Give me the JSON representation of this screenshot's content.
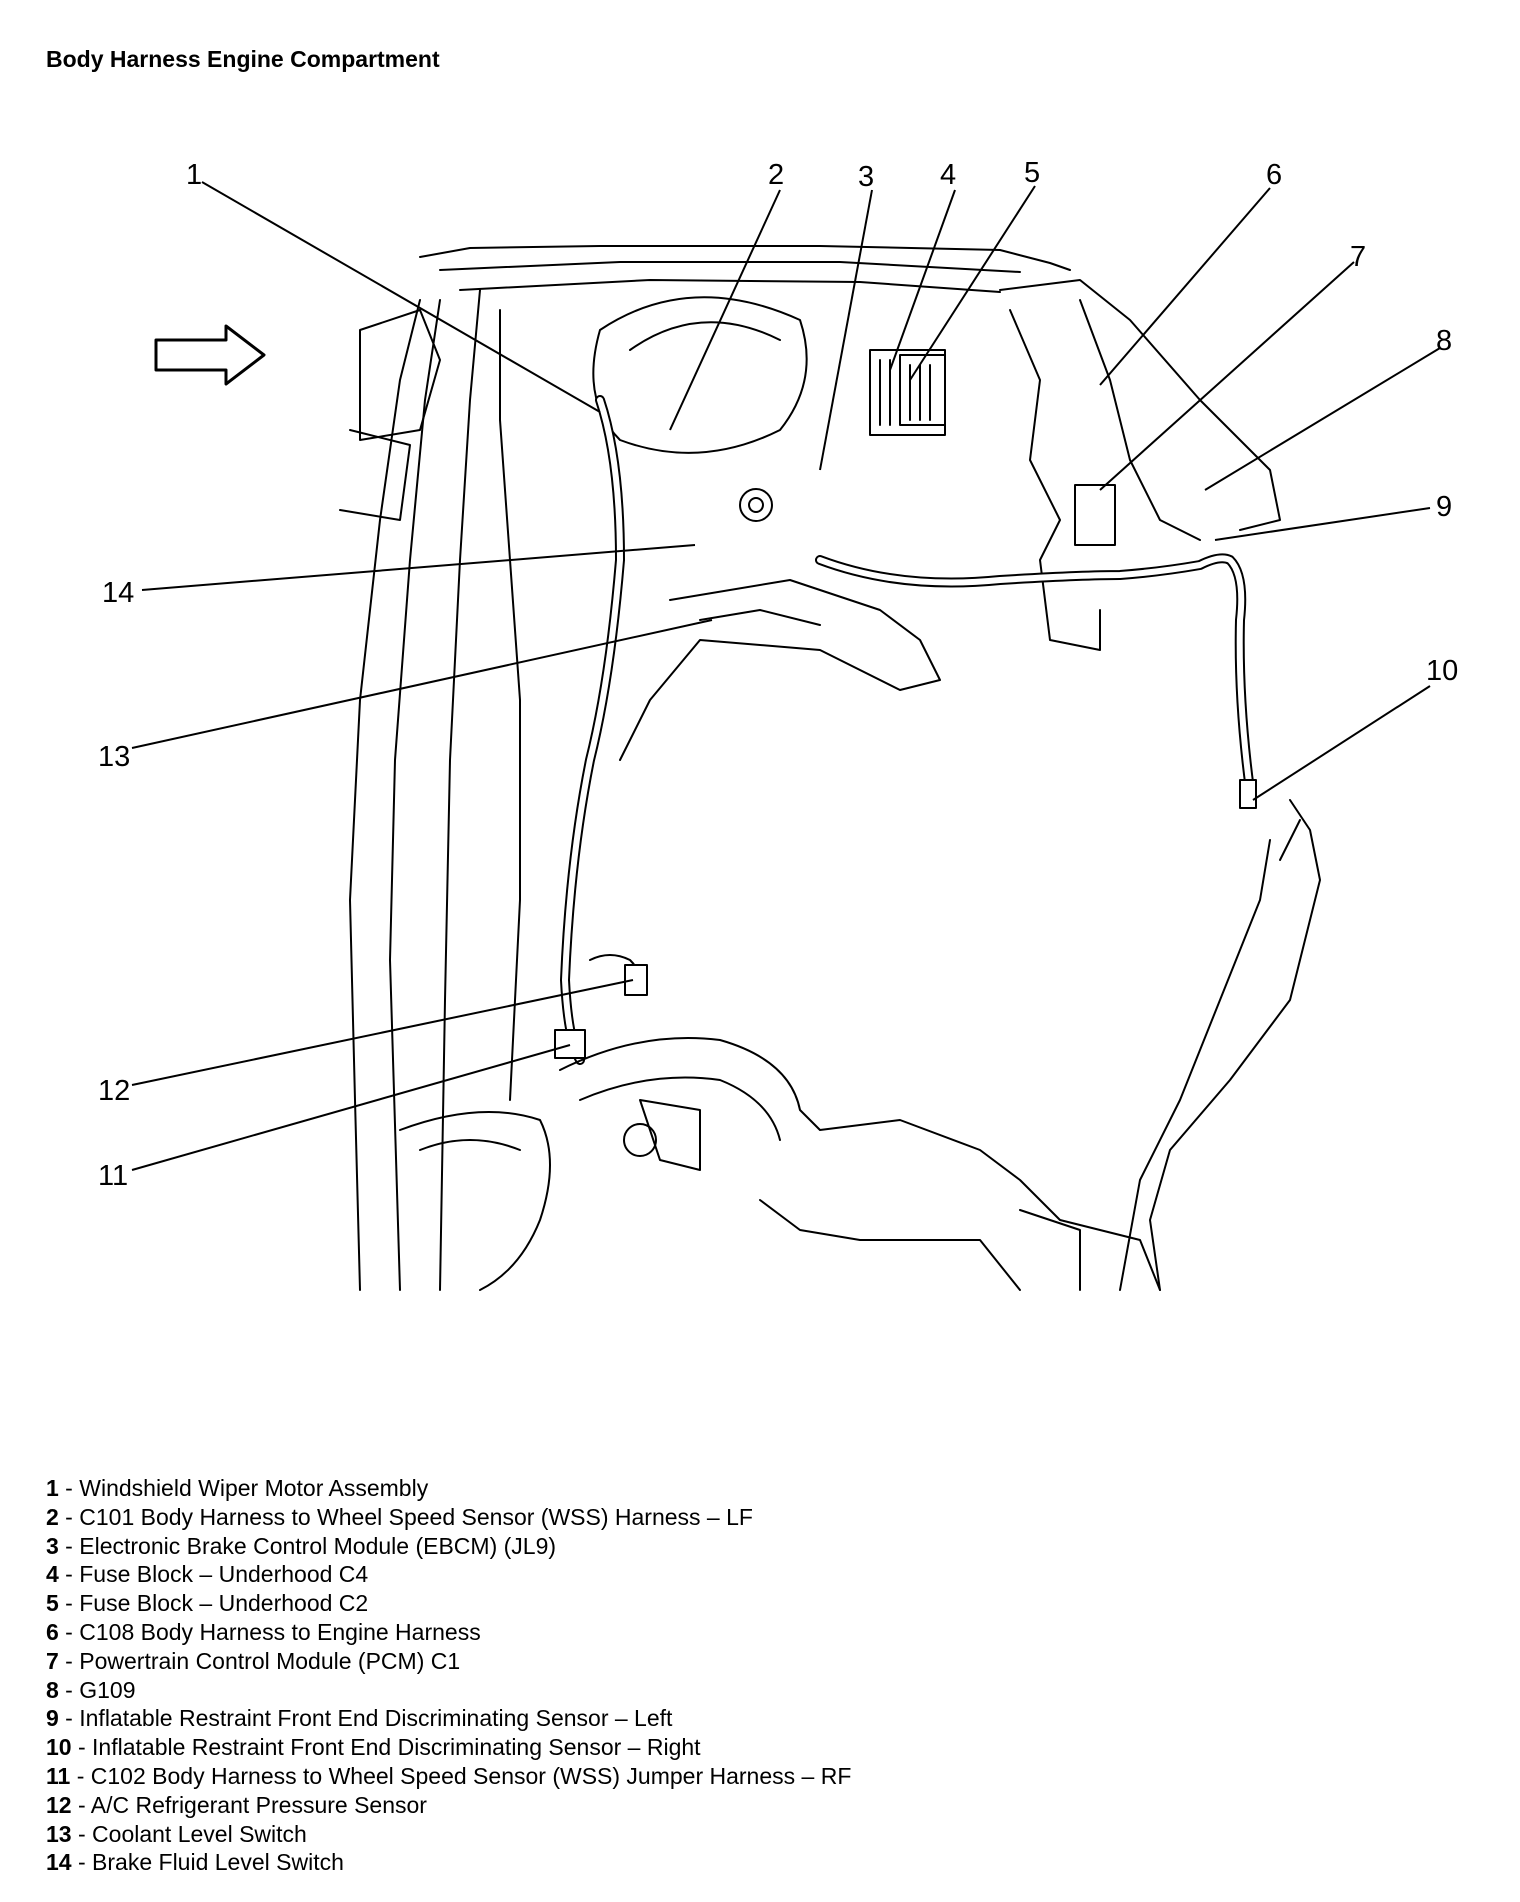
{
  "title": "Body Harness Engine Compartment",
  "callouts": [
    {
      "num": "1",
      "text": "Windshield Wiper Motor Assembly"
    },
    {
      "num": "2",
      "text": "C101 Body Harness to Wheel Speed Sensor (WSS) Harness – LF"
    },
    {
      "num": "3",
      "text": "Electronic Brake Control Module (EBCM) (JL9)"
    },
    {
      "num": "4",
      "text": "Fuse Block – Underhood C4"
    },
    {
      "num": "5",
      "text": "Fuse Block – Underhood C2"
    },
    {
      "num": "6",
      "text": "C108 Body Harness to Engine Harness"
    },
    {
      "num": "7",
      "text": "Powertrain Control Module (PCM) C1"
    },
    {
      "num": "8",
      "text": "G109"
    },
    {
      "num": "9",
      "text": "Inflatable Restraint Front End Discriminating Sensor – Left"
    },
    {
      "num": "10",
      "text": "Inflatable Restraint Front End Discriminating Sensor – Right"
    },
    {
      "num": "11",
      "text": "C102 Body Harness to Wheel Speed Sensor (WSS) Jumper Harness – RF"
    },
    {
      "num": "12",
      "text": "A/C Refrigerant Pressure Sensor"
    },
    {
      "num": "13",
      "text": "Coolant Level Switch"
    },
    {
      "num": "14",
      "text": "Brake Fluid Level Switch"
    }
  ]
}
